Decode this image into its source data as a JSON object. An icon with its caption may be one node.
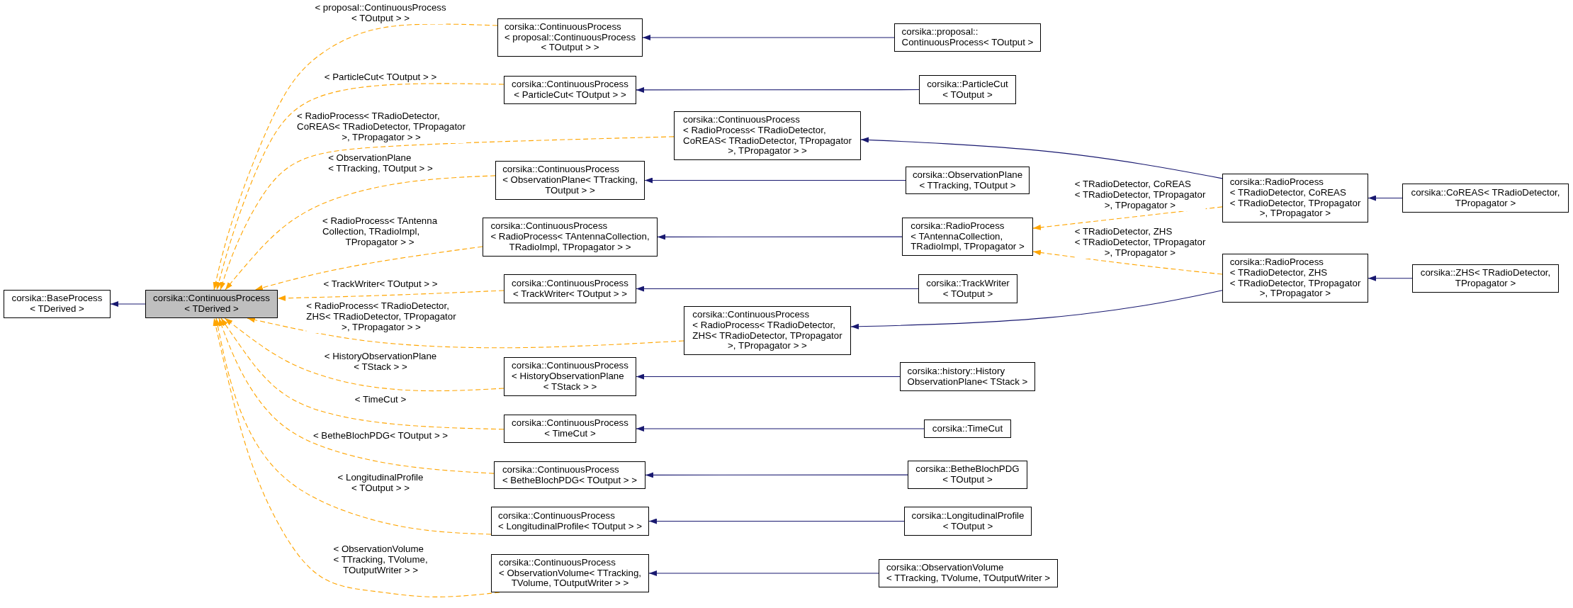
{
  "diagram": {
    "nodes": [
      {
        "text": [
          "corsika::BaseProcess < TDerived >"
        ]
      },
      {
        "text": [
          "corsika::ContinuousProcess < TDerived >"
        ]
      },
      {
        "text": [
          "corsika::ContinuousProcess < proposal::ContinuousProcess < TOutput > >"
        ]
      },
      {
        "text": [
          "corsika::ContinuousProcess < ParticleCut< TOutput > >"
        ]
      },
      {
        "text": [
          "corsika::ContinuousProcess < RadioProcess< TRadioDetector, CoREAS< TRadioDetector, TPropagator >, TPropagator > >"
        ]
      },
      {
        "text": [
          "corsika::ContinuousProcess < ObservationPlane< TTracking, TOutput > >"
        ]
      },
      {
        "text": [
          "corsika::ContinuousProcess < RadioProcess< TAntennaCollection, TRadioImpl, TPropagator > >"
        ]
      },
      {
        "text": [
          "corsika::ContinuousProcess < TrackWriter< TOutput > >"
        ]
      },
      {
        "text": [
          "corsika::ContinuousProcess < RadioProcess< TRadioDetector, ZHS< TRadioDetector, TPropagator >, TPropagator > >"
        ]
      },
      {
        "text": [
          "corsika::ContinuousProcess < HistoryObservationPlane < TStack > >"
        ]
      },
      {
        "text": [
          "corsika::ContinuousProcess < TimeCut >"
        ]
      },
      {
        "text": [
          "corsika::ContinuousProcess < BetheBlochPDG< TOutput > >"
        ]
      },
      {
        "text": [
          "corsika::ContinuousProcess < LongitudinalProfile< TOutput > >"
        ]
      },
      {
        "text": [
          "corsika::ContinuousProcess < ObservationVolume< TTracking, TVolume, TOutputWriter > >"
        ]
      },
      {
        "text": [
          "corsika::proposal:: ContinuousProcess< TOutput >"
        ]
      },
      {
        "text": [
          "corsika::ParticleCut < TOutput >"
        ]
      },
      {
        "text": [
          "corsika::ObservationPlane < TTracking, TOutput >"
        ]
      },
      {
        "text": [
          "corsika::RadioProcess < TAntennaCollection, TRadioImpl, TPropagator >"
        ]
      },
      {
        "text": [
          "corsika::TrackWriter < TOutput >"
        ]
      },
      {
        "text": [
          "corsika::history::History ObservationPlane< TStack >"
        ]
      },
      {
        "text": [
          "corsika::TimeCut"
        ]
      },
      {
        "text": [
          "corsika::BetheBlochPDG < TOutput >"
        ]
      },
      {
        "text": [
          "corsika::LongitudinalProfile < TOutput >"
        ]
      },
      {
        "text": [
          "corsika::ObservationVolume < TTracking, TVolume, TOutputWriter >"
        ]
      },
      {
        "text": [
          "corsika::RadioProcess < TRadioDetector, CoREAS < TRadioDetector, TPropagator >, TPropagator >"
        ]
      },
      {
        "text": [
          "corsika::RadioProcess < TRadioDetector, ZHS < TRadioDetector, TPropagator >, TPropagator >"
        ]
      },
      {
        "text": [
          "corsika::CoREAS< TRadioDetector, TPropagator >"
        ]
      },
      {
        "text": [
          "corsika::ZHS< TRadioDetector, TPropagator >"
        ]
      }
    ],
    "edges": [
      {
        "from": 1,
        "to": 0,
        "arrow": "to"
      },
      {
        "from": 2,
        "to": 1,
        "arrow": "to",
        "label": "< proposal::ContinuousProcess < TOutput > >",
        "style": "dashed",
        "color": "#ffa500"
      },
      {
        "from": 3,
        "to": 1,
        "arrow": "to",
        "label": "< ParticleCut< TOutput > >",
        "style": "dashed",
        "color": "#ffa500"
      },
      {
        "from": 4,
        "to": 1,
        "arrow": "to",
        "label": "< RadioProcess< TRadioDetector, CoREAS< TRadioDetector, TPropagator >, TPropagator > >",
        "style": "dashed",
        "color": "#ffa500"
      },
      {
        "from": 5,
        "to": 1,
        "arrow": "to",
        "label": "< ObservationPlane < TTracking, TOutput > >",
        "style": "dashed",
        "color": "#ffa500"
      },
      {
        "from": 6,
        "to": 1,
        "arrow": "to",
        "label": "< RadioProcess< TAntenna Collection, TRadioImpl, TPropagator > >",
        "style": "dashed",
        "color": "#ffa500"
      },
      {
        "from": 7,
        "to": 1,
        "arrow": "to",
        "label": "< TrackWriter< TOutput > >",
        "style": "dashed",
        "color": "#ffa500"
      },
      {
        "from": 8,
        "to": 1,
        "arrow": "to",
        "label": "< RadioProcess< TRadioDetector, ZHS< TRadioDetector, TPropagator >, TPropagator > >",
        "style": "dashed",
        "color": "#ffa500"
      },
      {
        "from": 9,
        "to": 1,
        "arrow": "to",
        "label": "< HistoryObservationPlane < TStack > >",
        "style": "dashed",
        "color": "#ffa500"
      },
      {
        "from": 10,
        "to": 1,
        "arrow": "to",
        "label": "< TimeCut >",
        "style": "dashed",
        "color": "#ffa500"
      },
      {
        "from": 11,
        "to": 1,
        "arrow": "to",
        "label": "< BetheBlochPDG< TOutput > >",
        "style": "dashed",
        "color": "#ffa500"
      },
      {
        "from": 12,
        "to": 1,
        "arrow": "to",
        "label": "< LongitudinalProfile < TOutput > >",
        "style": "dashed",
        "color": "#ffa500"
      },
      {
        "from": 13,
        "to": 1,
        "arrow": "to",
        "label": "< ObservationVolume < TTracking, TVolume, TOutputWriter > >",
        "style": "dashed",
        "color": "#ffa500"
      },
      {
        "from": 14,
        "to": 2,
        "arrow": "to"
      },
      {
        "from": 15,
        "to": 3,
        "arrow": "to"
      },
      {
        "from": 24,
        "to": 4,
        "arrow": "to"
      },
      {
        "from": 16,
        "to": 5,
        "arrow": "to"
      },
      {
        "from": 17,
        "to": 6,
        "arrow": "to"
      },
      {
        "from": 18,
        "to": 7,
        "arrow": "to"
      },
      {
        "from": 25,
        "to": 8,
        "arrow": "to"
      },
      {
        "from": 19,
        "to": 9,
        "arrow": "to"
      },
      {
        "from": 20,
        "to": 10,
        "arrow": "to"
      },
      {
        "from": 21,
        "to": 11,
        "arrow": "to"
      },
      {
        "from": 22,
        "to": 12,
        "arrow": "to"
      },
      {
        "from": 23,
        "to": 13,
        "arrow": "to"
      },
      {
        "from": 26,
        "to": 24,
        "arrow": "to"
      },
      {
        "from": 27,
        "to": 25,
        "arrow": "to"
      },
      {
        "from": 24,
        "to": 17,
        "arrow": "to",
        "label": "< TRadioDetector, CoREAS < TRadioDetector, TPropagator >, TPropagator >",
        "style": "dashed",
        "color": "#ffa500"
      },
      {
        "from": 25,
        "to": 17,
        "arrow": "to",
        "label": "< TRadioDetector, ZHS < TRadioDetector, TPropagator >, TPropagator >",
        "style": "dashed",
        "color": "#ffa500"
      }
    ]
  }
}
